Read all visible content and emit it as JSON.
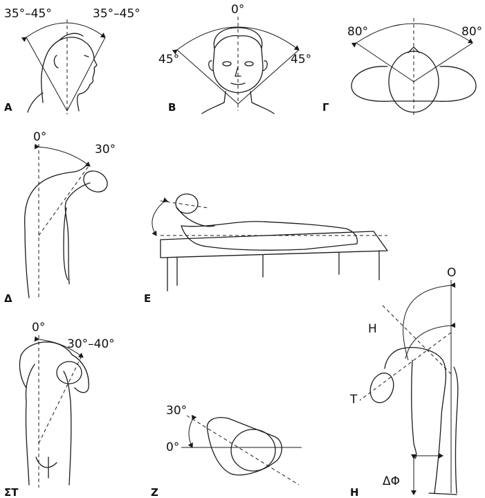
{
  "panels": {
    "A": {
      "id": "A",
      "left_angle": "35°–45°",
      "right_angle": "35°–45°"
    },
    "B": {
      "id": "B",
      "zero": "0°",
      "left_angle": "45°",
      "right_angle": "45°"
    },
    "G": {
      "id": "Γ",
      "left_angle": "80°",
      "right_angle": "80°"
    },
    "D": {
      "id": "Δ",
      "zero": "0°",
      "angle": "30°"
    },
    "E": {
      "id": "E"
    },
    "ST": {
      "id": "ΣΤ",
      "zero": "0°",
      "angle": "30°–40°"
    },
    "Z": {
      "id": "Z",
      "angle": "30°",
      "zero": "0°"
    },
    "H": {
      "id": "H",
      "label_O": "O",
      "label_H": "H",
      "label_T": "T",
      "label_DF": "ΔΦ"
    }
  }
}
